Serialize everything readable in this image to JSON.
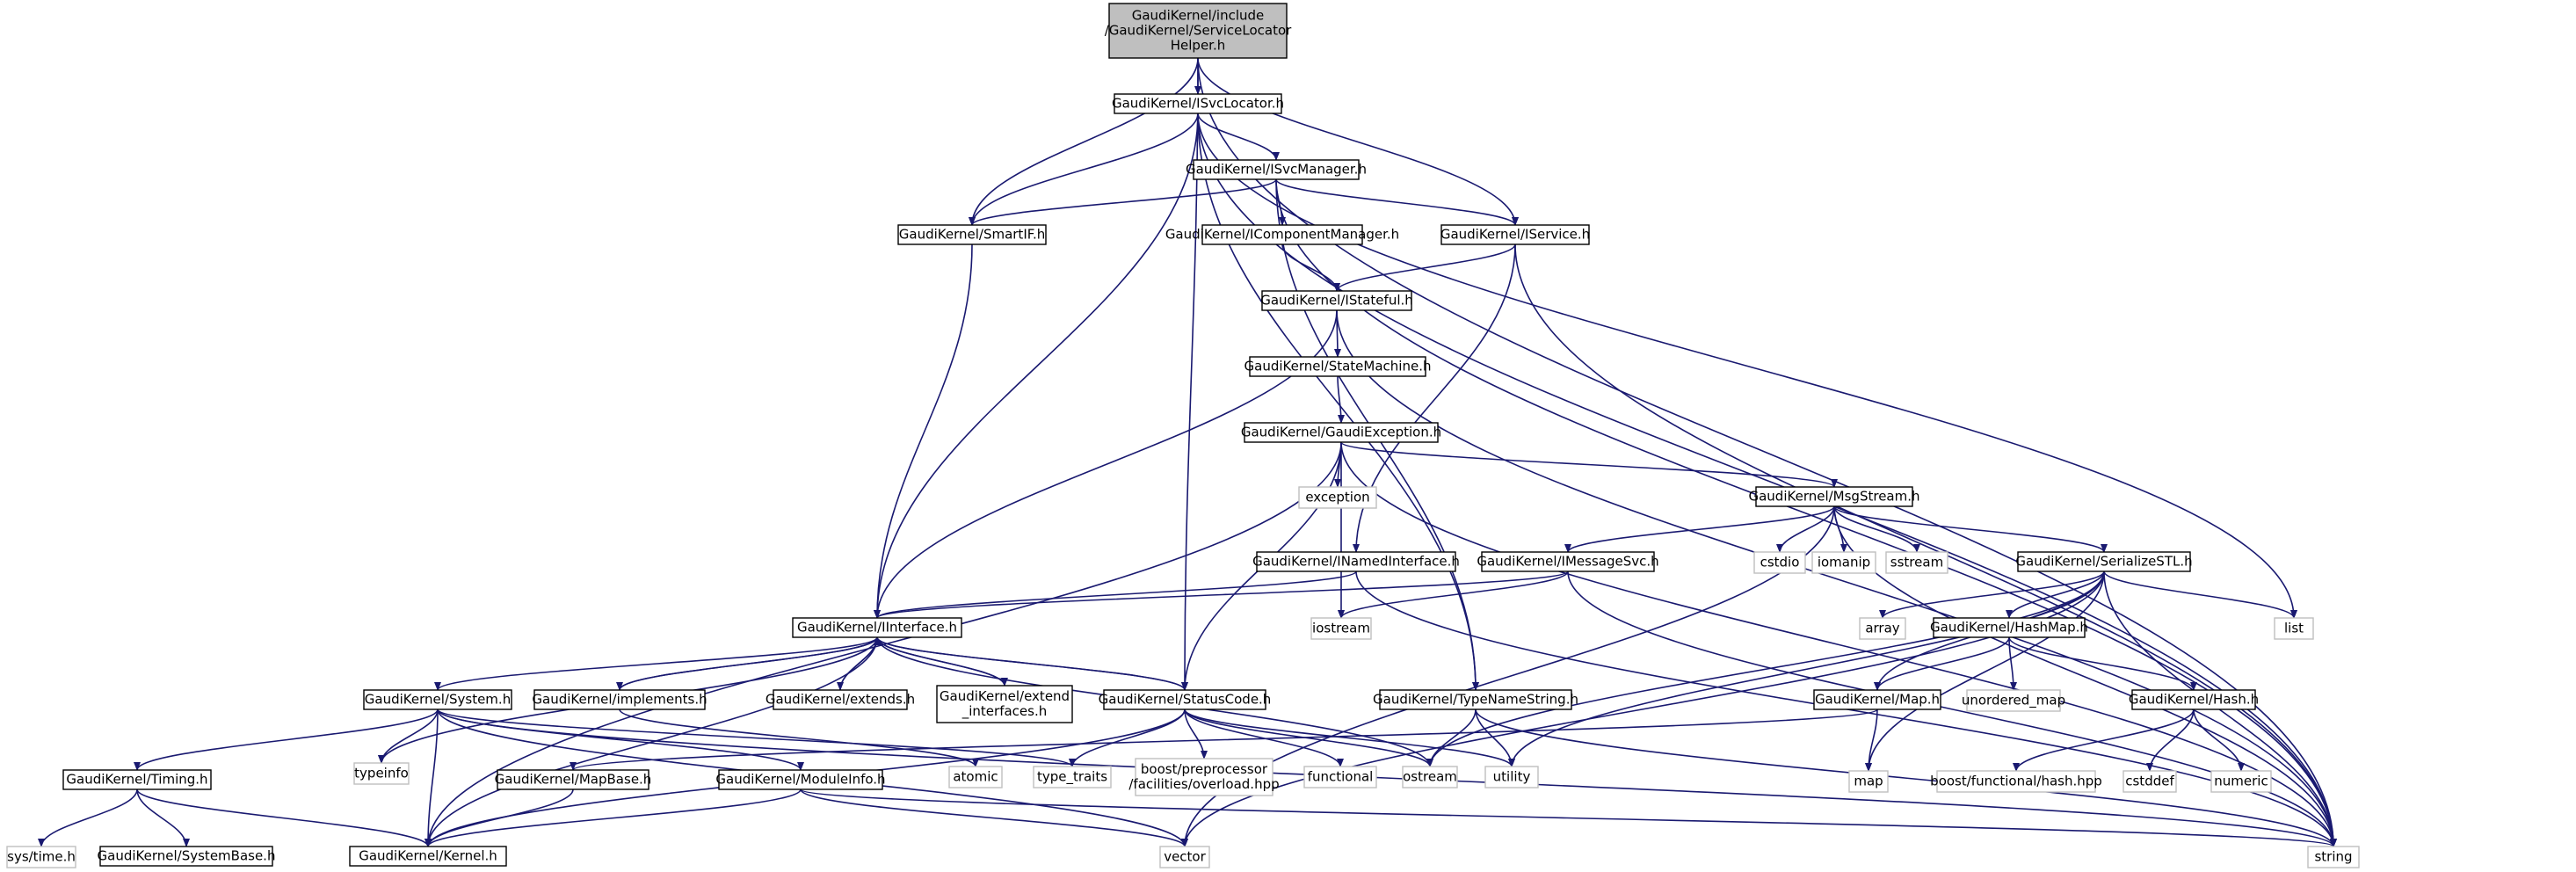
{
  "diagram": {
    "nodes": [
      {
        "id": "root",
        "lines": [
          "GaudiKernel/include",
          "/GaudiKernel/ServiceLocator",
          "Helper.h"
        ],
        "kind": "root"
      },
      {
        "id": "isvcloc",
        "lines": [
          "GaudiKernel/ISvcLocator.h"
        ],
        "kind": "file"
      },
      {
        "id": "isvcmgr",
        "lines": [
          "GaudiKernel/ISvcManager.h"
        ],
        "kind": "file"
      },
      {
        "id": "smartif",
        "lines": [
          "GaudiKernel/SmartIF.h"
        ],
        "kind": "file"
      },
      {
        "id": "icompmgr",
        "lines": [
          "GaudiKernel/IComponentManager.h"
        ],
        "kind": "file"
      },
      {
        "id": "iservice",
        "lines": [
          "GaudiKernel/IService.h"
        ],
        "kind": "file"
      },
      {
        "id": "istateful",
        "lines": [
          "GaudiKernel/IStateful.h"
        ],
        "kind": "file"
      },
      {
        "id": "statemachine",
        "lines": [
          "GaudiKernel/StateMachine.h"
        ],
        "kind": "file"
      },
      {
        "id": "gaudiexc",
        "lines": [
          "GaudiKernel/GaudiException.h"
        ],
        "kind": "file"
      },
      {
        "id": "exception",
        "lines": [
          "exception"
        ],
        "kind": "sys"
      },
      {
        "id": "msgstream",
        "lines": [
          "GaudiKernel/MsgStream.h"
        ],
        "kind": "file"
      },
      {
        "id": "cstdio",
        "lines": [
          "cstdio"
        ],
        "kind": "sys"
      },
      {
        "id": "iomanip",
        "lines": [
          "iomanip"
        ],
        "kind": "sys"
      },
      {
        "id": "sstream",
        "lines": [
          "sstream"
        ],
        "kind": "sys"
      },
      {
        "id": "inamedif",
        "lines": [
          "GaudiKernel/INamedInterface.h"
        ],
        "kind": "file"
      },
      {
        "id": "imsgsvc",
        "lines": [
          "GaudiKernel/IMessageSvc.h"
        ],
        "kind": "file"
      },
      {
        "id": "serialize",
        "lines": [
          "GaudiKernel/SerializeSTL.h"
        ],
        "kind": "file"
      },
      {
        "id": "list",
        "lines": [
          "list"
        ],
        "kind": "sys"
      },
      {
        "id": "iinterface",
        "lines": [
          "GaudiKernel/IInterface.h"
        ],
        "kind": "file"
      },
      {
        "id": "iostream",
        "lines": [
          "iostream"
        ],
        "kind": "sys"
      },
      {
        "id": "array",
        "lines": [
          "array"
        ],
        "kind": "sys"
      },
      {
        "id": "hashmap",
        "lines": [
          "GaudiKernel/HashMap.h"
        ],
        "kind": "file"
      },
      {
        "id": "system",
        "lines": [
          "GaudiKernel/System.h"
        ],
        "kind": "file"
      },
      {
        "id": "implements",
        "lines": [
          "GaudiKernel/implements.h"
        ],
        "kind": "file"
      },
      {
        "id": "extends",
        "lines": [
          "GaudiKernel/extends.h"
        ],
        "kind": "file"
      },
      {
        "id": "extendif",
        "lines": [
          "GaudiKernel/extend",
          "_interfaces.h"
        ],
        "kind": "file"
      },
      {
        "id": "statuscode",
        "lines": [
          "GaudiKernel/StatusCode.h"
        ],
        "kind": "file"
      },
      {
        "id": "typename",
        "lines": [
          "GaudiKernel/TypeNameString.h"
        ],
        "kind": "file"
      },
      {
        "id": "map_h",
        "lines": [
          "GaudiKernel/Map.h"
        ],
        "kind": "file"
      },
      {
        "id": "unordmap",
        "lines": [
          "unordered_map"
        ],
        "kind": "sys"
      },
      {
        "id": "hash_h",
        "lines": [
          "GaudiKernel/Hash.h"
        ],
        "kind": "file"
      },
      {
        "id": "timing",
        "lines": [
          "GaudiKernel/Timing.h"
        ],
        "kind": "file"
      },
      {
        "id": "typeinfo",
        "lines": [
          "typeinfo"
        ],
        "kind": "sys"
      },
      {
        "id": "atomic",
        "lines": [
          "atomic"
        ],
        "kind": "sys"
      },
      {
        "id": "typetraits",
        "lines": [
          "type_traits"
        ],
        "kind": "sys"
      },
      {
        "id": "boostpp",
        "lines": [
          "boost/preprocessor",
          "/facilities/overload.hpp"
        ],
        "kind": "sys"
      },
      {
        "id": "functional",
        "lines": [
          "functional"
        ],
        "kind": "sys"
      },
      {
        "id": "ostream",
        "lines": [
          "ostream"
        ],
        "kind": "sys"
      },
      {
        "id": "utility",
        "lines": [
          "utility"
        ],
        "kind": "sys"
      },
      {
        "id": "map",
        "lines": [
          "map"
        ],
        "kind": "sys"
      },
      {
        "id": "boostfh",
        "lines": [
          "boost/functional/hash.hpp"
        ],
        "kind": "sys"
      },
      {
        "id": "cstddef",
        "lines": [
          "cstddef"
        ],
        "kind": "sys"
      },
      {
        "id": "numeric",
        "lines": [
          "numeric"
        ],
        "kind": "sys"
      },
      {
        "id": "mapbase",
        "lines": [
          "GaudiKernel/MapBase.h"
        ],
        "kind": "file"
      },
      {
        "id": "moduleinfo",
        "lines": [
          "GaudiKernel/ModuleInfo.h"
        ],
        "kind": "file"
      },
      {
        "id": "systime",
        "lines": [
          "sys/time.h"
        ],
        "kind": "sys"
      },
      {
        "id": "sysbase",
        "lines": [
          "GaudiKernel/SystemBase.h"
        ],
        "kind": "file"
      },
      {
        "id": "kernel",
        "lines": [
          "GaudiKernel/Kernel.h"
        ],
        "kind": "file"
      },
      {
        "id": "vector",
        "lines": [
          "vector"
        ],
        "kind": "sys"
      },
      {
        "id": "string",
        "lines": [
          "string"
        ],
        "kind": "sys"
      }
    ],
    "edges": [
      [
        "root",
        "isvcloc"
      ],
      [
        "root",
        "smartif"
      ],
      [
        "root",
        "iservice"
      ],
      [
        "root",
        "statuscode"
      ],
      [
        "root",
        "string"
      ],
      [
        "isvcloc",
        "isvcmgr"
      ],
      [
        "isvcloc",
        "smartif"
      ],
      [
        "isvcloc",
        "iinterface"
      ],
      [
        "isvcloc",
        "typename"
      ],
      [
        "isvcloc",
        "list"
      ],
      [
        "isvcloc",
        "string"
      ],
      [
        "isvcmgr",
        "smartif"
      ],
      [
        "isvcmgr",
        "icompmgr"
      ],
      [
        "isvcmgr",
        "iservice"
      ],
      [
        "isvcmgr",
        "typename"
      ],
      [
        "isvcmgr",
        "string"
      ],
      [
        "smartif",
        "iinterface"
      ],
      [
        "icompmgr",
        "istateful"
      ],
      [
        "iservice",
        "istateful"
      ],
      [
        "iservice",
        "inamedif"
      ],
      [
        "iservice",
        "string"
      ],
      [
        "istateful",
        "statemachine"
      ],
      [
        "istateful",
        "iinterface"
      ],
      [
        "istateful",
        "string"
      ],
      [
        "statemachine",
        "gaudiexc"
      ],
      [
        "gaudiexc",
        "exception"
      ],
      [
        "gaudiexc",
        "msgstream"
      ],
      [
        "gaudiexc",
        "iostream"
      ],
      [
        "gaudiexc",
        "statuscode"
      ],
      [
        "gaudiexc",
        "kernel"
      ],
      [
        "gaudiexc",
        "string"
      ],
      [
        "msgstream",
        "cstdio"
      ],
      [
        "msgstream",
        "iomanip"
      ],
      [
        "msgstream",
        "sstream"
      ],
      [
        "msgstream",
        "imsgsvc"
      ],
      [
        "msgstream",
        "serialize"
      ],
      [
        "msgstream",
        "vector"
      ],
      [
        "msgstream",
        "string"
      ],
      [
        "inamedif",
        "iinterface"
      ],
      [
        "inamedif",
        "string"
      ],
      [
        "imsgsvc",
        "iinterface"
      ],
      [
        "imsgsvc",
        "iostream"
      ],
      [
        "imsgsvc",
        "string"
      ],
      [
        "serialize",
        "list"
      ],
      [
        "serialize",
        "array"
      ],
      [
        "serialize",
        "hashmap"
      ],
      [
        "serialize",
        "map_h"
      ],
      [
        "serialize",
        "map"
      ],
      [
        "serialize",
        "ostream"
      ],
      [
        "serialize",
        "utility"
      ],
      [
        "serialize",
        "vector"
      ],
      [
        "serialize",
        "string"
      ],
      [
        "iinterface",
        "system"
      ],
      [
        "iinterface",
        "implements"
      ],
      [
        "iinterface",
        "extends"
      ],
      [
        "iinterface",
        "extendif"
      ],
      [
        "iinterface",
        "statuscode"
      ],
      [
        "iinterface",
        "typeinfo"
      ],
      [
        "iinterface",
        "kernel"
      ],
      [
        "iinterface",
        "ostream"
      ],
      [
        "implements",
        "iinterface"
      ],
      [
        "extends",
        "iinterface"
      ],
      [
        "extendif",
        "iinterface"
      ],
      [
        "statuscode",
        "typetraits"
      ],
      [
        "statuscode",
        "boostpp"
      ],
      [
        "statuscode",
        "functional"
      ],
      [
        "statuscode",
        "ostream"
      ],
      [
        "statuscode",
        "utility"
      ],
      [
        "statuscode",
        "kernel"
      ],
      [
        "statuscode",
        "iinterface"
      ],
      [
        "typename",
        "ostream"
      ],
      [
        "typename",
        "utility"
      ],
      [
        "typename",
        "string"
      ],
      [
        "hashmap",
        "unordmap"
      ],
      [
        "hashmap",
        "hash_h"
      ],
      [
        "hashmap",
        "map_h"
      ],
      [
        "hash_h",
        "boostfh"
      ],
      [
        "hash_h",
        "cstddef"
      ],
      [
        "hash_h",
        "numeric"
      ],
      [
        "map_h",
        "map"
      ],
      [
        "map_h",
        "mapbase"
      ],
      [
        "mapbase",
        "kernel"
      ],
      [
        "system",
        "timing"
      ],
      [
        "system",
        "moduleinfo"
      ],
      [
        "system",
        "typeinfo"
      ],
      [
        "system",
        "kernel"
      ],
      [
        "system",
        "vector"
      ],
      [
        "system",
        "typetraits"
      ],
      [
        "system",
        "string"
      ],
      [
        "timing",
        "systime"
      ],
      [
        "timing",
        "sysbase"
      ],
      [
        "timing",
        "kernel"
      ],
      [
        "moduleinfo",
        "kernel"
      ],
      [
        "moduleinfo",
        "vector"
      ],
      [
        "moduleinfo",
        "string"
      ],
      [
        "implements",
        "atomic"
      ]
    ]
  }
}
